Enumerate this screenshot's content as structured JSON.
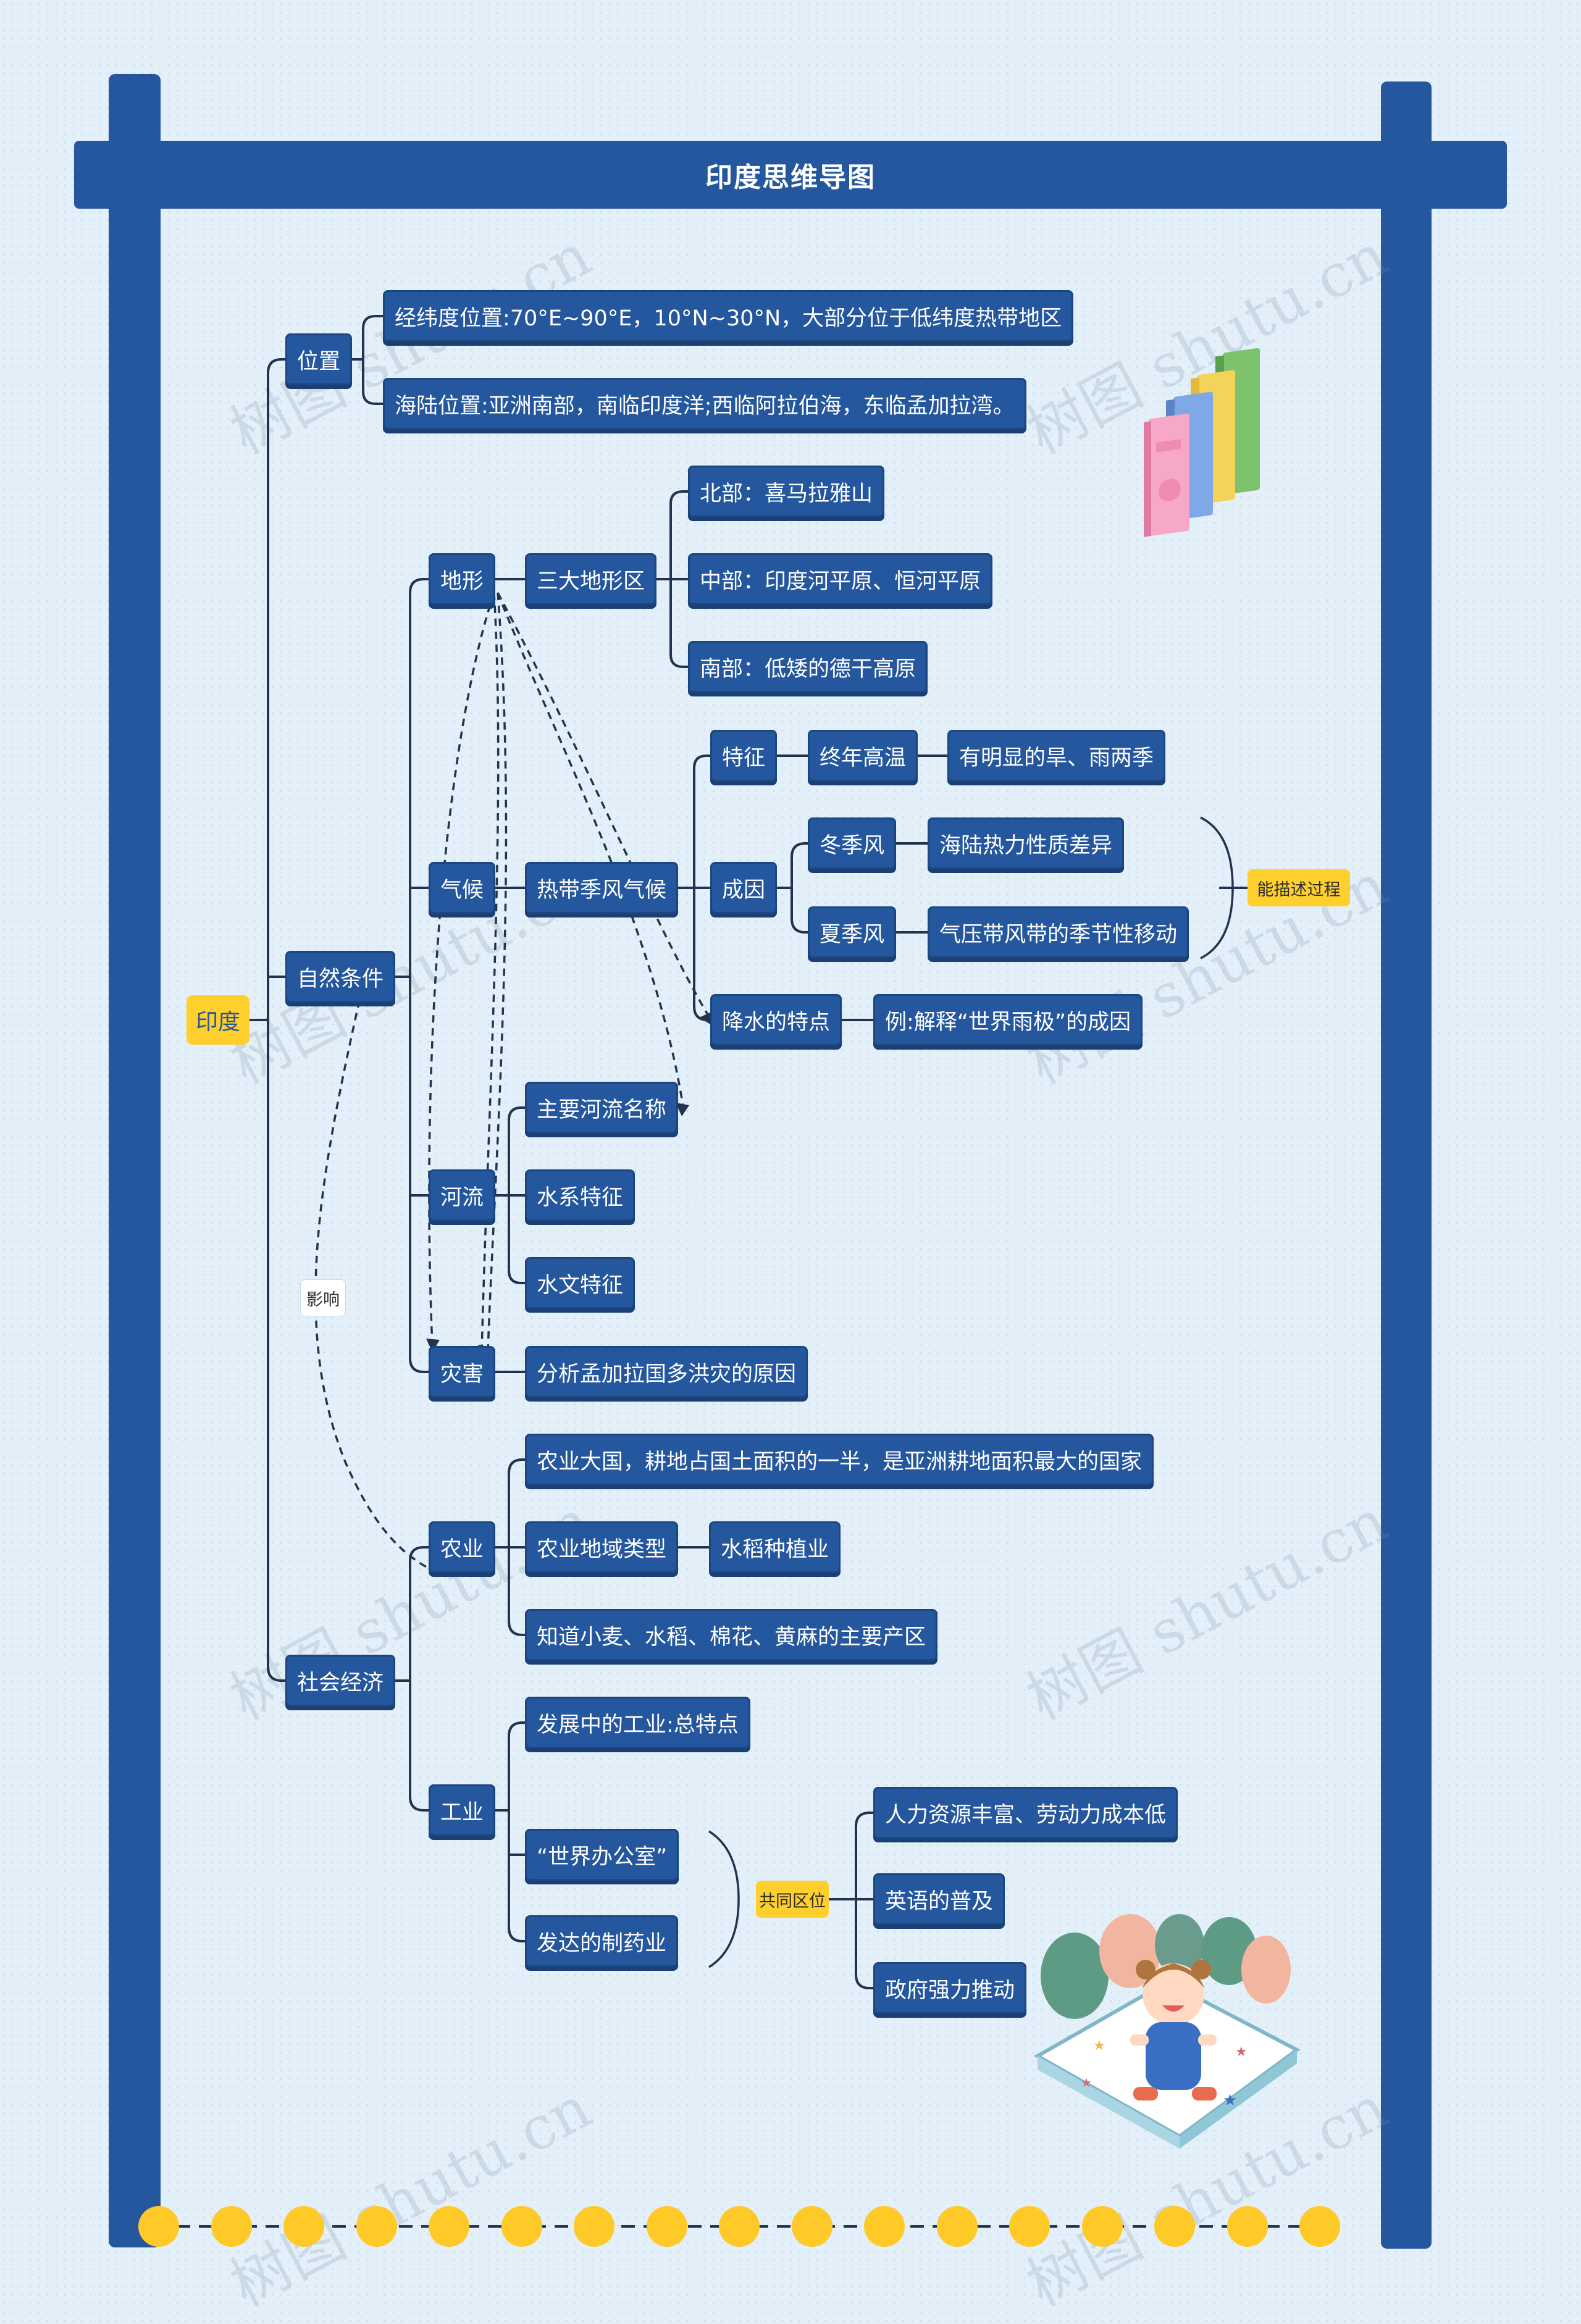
{
  "title": "印度思维导图",
  "root": "印度",
  "branches": {
    "location": {
      "label": "位置",
      "items": [
        "经纬度位置:70°E~90°E，10°N~30°N，大部分位于低纬度热带地区",
        "海陆位置:亚洲南部，南临印度洋;西临阿拉伯海，东临孟加拉湾。"
      ]
    },
    "nature": {
      "label": "自然条件",
      "terrain": {
        "label": "地形",
        "child": "三大地形区",
        "items": [
          "北部：喜马拉雅山",
          "中部：印度河平原、恒河平原",
          "南部：低矮的德干高原"
        ]
      },
      "climate": {
        "label": "气候",
        "child": "热带季风气候",
        "feature": {
          "label": "特征",
          "a": "终年高温",
          "b": "有明显的旱、雨两季"
        },
        "cause": {
          "label": "成因",
          "winter": "冬季风",
          "winter_reason": "海陆热力性质差异",
          "summer": "夏季风",
          "summer_reason": "气压带风带的季节性移动",
          "summary": "能描述过程"
        },
        "rain": {
          "label": "降水的特点",
          "example": "例:解释“世界雨极”的成因"
        }
      },
      "river": {
        "label": "河流",
        "items": [
          "主要河流名称",
          "水系特征",
          "水文特征"
        ]
      },
      "disaster": {
        "label": "灾害",
        "child": "分析孟加拉国多洪灾的原因"
      }
    },
    "economy": {
      "label": "社会经济",
      "agriculture": {
        "label": "农业",
        "big": "农业大国，耕地占国土面积的一半，是亚洲耕地面积最大的国家",
        "type": "农业地域类型",
        "type_value": "水稻种植业",
        "crops": "知道小麦、水稻、棉花、黄麻的主要产区"
      },
      "industry": {
        "label": "工业",
        "developing": "发展中的工业:总特点",
        "office": "“世界办公室”",
        "pharma": "发达的制药业",
        "common": "共同区位",
        "factors": [
          "人力资源丰富、劳动力成本低",
          "英语的普及",
          "政府强力推动"
        ]
      }
    }
  },
  "influence_label": "影响",
  "watermark": "树图 shutu.cn",
  "colors": {
    "node": "#24579e",
    "accent": "#ffcf2e",
    "background": "#e4f0f9"
  }
}
